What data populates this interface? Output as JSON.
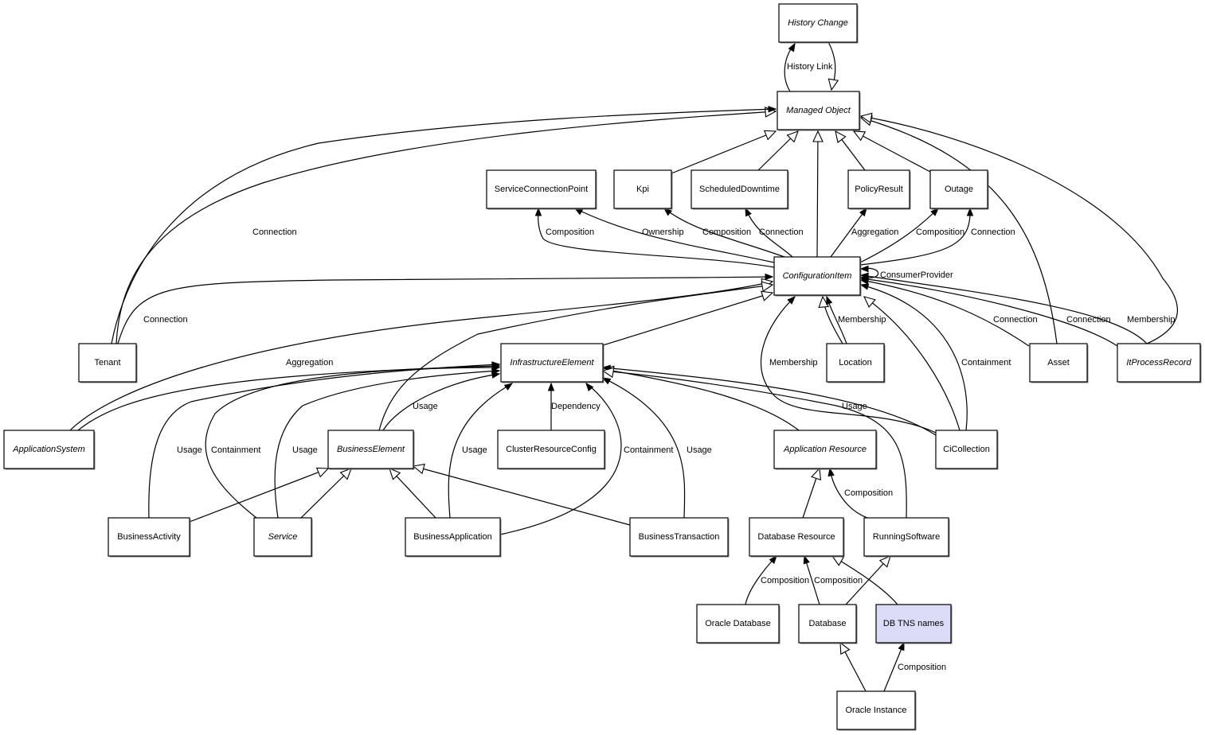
{
  "diagram": {
    "title": "Managed Object class model",
    "nodes": [
      {
        "id": "history_change",
        "label": "History Change",
        "italic": true
      },
      {
        "id": "managed_object",
        "label": "Managed Object",
        "italic": true
      },
      {
        "id": "service_connection_point",
        "label": "ServiceConnectionPoint",
        "italic": false
      },
      {
        "id": "kpi",
        "label": "Kpi",
        "italic": false
      },
      {
        "id": "scheduled_downtime",
        "label": "ScheduledDowntime",
        "italic": false
      },
      {
        "id": "policy_result",
        "label": "PolicyResult",
        "italic": false
      },
      {
        "id": "outage",
        "label": "Outage",
        "italic": false
      },
      {
        "id": "configuration_item",
        "label": "ConfigurationItem",
        "italic": true
      },
      {
        "id": "tenant",
        "label": "Tenant",
        "italic": false
      },
      {
        "id": "infrastructure_element",
        "label": "InfrastructureElement",
        "italic": true
      },
      {
        "id": "location",
        "label": "Location",
        "italic": false
      },
      {
        "id": "asset",
        "label": "Asset",
        "italic": false
      },
      {
        "id": "it_process_record",
        "label": "ItProcessRecord",
        "italic": true
      },
      {
        "id": "application_system",
        "label": "ApplicationSystem",
        "italic": true
      },
      {
        "id": "business_element",
        "label": "BusinessElement",
        "italic": true
      },
      {
        "id": "cluster_resource_config",
        "label": "ClusterResourceConfig",
        "italic": false
      },
      {
        "id": "application_resource",
        "label": "Application Resource",
        "italic": true
      },
      {
        "id": "ci_collection",
        "label": "CiCollection",
        "italic": false
      },
      {
        "id": "business_activity",
        "label": "BusinessActivity",
        "italic": false
      },
      {
        "id": "service",
        "label": "Service",
        "italic": true
      },
      {
        "id": "business_application",
        "label": "BusinessApplication",
        "italic": false
      },
      {
        "id": "business_transaction",
        "label": "BusinessTransaction",
        "italic": false
      },
      {
        "id": "database_resource",
        "label": "Database Resource",
        "italic": false
      },
      {
        "id": "running_software",
        "label": "RunningSoftware",
        "italic": false
      },
      {
        "id": "oracle_database",
        "label": "Oracle Database",
        "italic": false
      },
      {
        "id": "database",
        "label": "Database",
        "italic": false
      },
      {
        "id": "db_tns_names",
        "label": "DB TNS names",
        "italic": false,
        "highlighted": true,
        "fill": "#dcdcf8"
      },
      {
        "id": "oracle_instance",
        "label": "Oracle Instance",
        "italic": false
      }
    ],
    "edges": [
      {
        "from": "managed_object",
        "to": "history_change",
        "type": "association",
        "label": "History Link"
      },
      {
        "from": "history_change",
        "to": "managed_object",
        "type": "inheritance",
        "label": ""
      },
      {
        "from": "tenant",
        "to": "managed_object",
        "type": "inheritance",
        "label": ""
      },
      {
        "from": "tenant",
        "to": "managed_object",
        "type": "association",
        "label": "Connection"
      },
      {
        "from": "kpi",
        "to": "managed_object",
        "type": "inheritance",
        "label": ""
      },
      {
        "from": "scheduled_downtime",
        "to": "managed_object",
        "type": "inheritance",
        "label": ""
      },
      {
        "from": "configuration_item",
        "to": "managed_object",
        "type": "inheritance",
        "label": ""
      },
      {
        "from": "policy_result",
        "to": "managed_object",
        "type": "inheritance",
        "label": ""
      },
      {
        "from": "outage",
        "to": "managed_object",
        "type": "inheritance",
        "label": ""
      },
      {
        "from": "asset",
        "to": "managed_object",
        "type": "inheritance",
        "label": ""
      },
      {
        "from": "it_process_record",
        "to": "managed_object",
        "type": "inheritance",
        "label": ""
      },
      {
        "from": "configuration_item",
        "to": "service_connection_point",
        "type": "association",
        "label": "Composition"
      },
      {
        "from": "configuration_item",
        "to": "service_connection_point",
        "type": "association",
        "label": "Ownership"
      },
      {
        "from": "configuration_item",
        "to": "kpi",
        "type": "association",
        "label": "Composition"
      },
      {
        "from": "configuration_item",
        "to": "scheduled_downtime",
        "type": "association",
        "label": "Connection"
      },
      {
        "from": "configuration_item",
        "to": "policy_result",
        "type": "association",
        "label": "Aggregation"
      },
      {
        "from": "configuration_item",
        "to": "outage",
        "type": "association",
        "label": "Composition"
      },
      {
        "from": "configuration_item",
        "to": "outage",
        "type": "association",
        "label": "Connection"
      },
      {
        "from": "configuration_item",
        "to": "configuration_item",
        "type": "association",
        "label": "ConsumerProvider"
      },
      {
        "from": "tenant",
        "to": "configuration_item",
        "type": "association",
        "label": "Connection"
      },
      {
        "from": "application_system",
        "to": "configuration_item",
        "type": "inheritance",
        "label": ""
      },
      {
        "from": "business_element",
        "to": "configuration_item",
        "type": "inheritance",
        "label": ""
      },
      {
        "from": "infrastructure_element",
        "to": "configuration_item",
        "type": "inheritance",
        "label": ""
      },
      {
        "from": "ci_collection",
        "to": "configuration_item",
        "type": "association",
        "label": "Membership"
      },
      {
        "from": "location",
        "to": "configuration_item",
        "type": "inheritance",
        "label": ""
      },
      {
        "from": "location",
        "to": "configuration_item",
        "type": "association",
        "label": "Membership"
      },
      {
        "from": "ci_collection",
        "to": "configuration_item",
        "type": "inheritance",
        "label": ""
      },
      {
        "from": "ci_collection",
        "to": "configuration_item",
        "type": "association",
        "label": "Containment"
      },
      {
        "from": "asset",
        "to": "configuration_item",
        "type": "association",
        "label": "Connection"
      },
      {
        "from": "it_process_record",
        "to": "configuration_item",
        "type": "association",
        "label": "Connection"
      },
      {
        "from": "it_process_record",
        "to": "configuration_item",
        "type": "association",
        "label": "Membership"
      },
      {
        "from": "application_system",
        "to": "infrastructure_element",
        "type": "association",
        "label": "Aggregation"
      },
      {
        "from": "business_activity",
        "to": "infrastructure_element",
        "type": "association",
        "label": "Usage"
      },
      {
        "from": "service",
        "to": "infrastructure_element",
        "type": "association",
        "label": "Containment"
      },
      {
        "from": "service",
        "to": "infrastructure_element",
        "type": "association",
        "label": "Usage"
      },
      {
        "from": "business_element",
        "to": "infrastructure_element",
        "type": "association",
        "label": "Usage"
      },
      {
        "from": "business_application",
        "to": "infrastructure_element",
        "type": "association",
        "label": "Usage"
      },
      {
        "from": "cluster_resource_config",
        "to": "infrastructure_element",
        "type": "association",
        "label": "Dependency"
      },
      {
        "from": "business_application",
        "to": "infrastructure_element",
        "type": "association",
        "label": "Containment"
      },
      {
        "from": "business_transaction",
        "to": "infrastructure_element",
        "type": "association",
        "label": "Usage"
      },
      {
        "from": "application_resource",
        "to": "infrastructure_element",
        "type": "inheritance",
        "label": ""
      },
      {
        "from": "ci_collection",
        "to": "infrastructure_element",
        "type": "association",
        "label": "Usage"
      },
      {
        "from": "running_software",
        "to": "infrastructure_element",
        "type": "inheritance",
        "label": ""
      },
      {
        "from": "business_activity",
        "to": "business_element",
        "type": "inheritance",
        "label": ""
      },
      {
        "from": "service",
        "to": "business_element",
        "type": "inheritance",
        "label": ""
      },
      {
        "from": "business_application",
        "to": "business_element",
        "type": "inheritance",
        "label": ""
      },
      {
        "from": "business_transaction",
        "to": "business_element",
        "type": "inheritance",
        "label": ""
      },
      {
        "from": "database_resource",
        "to": "application_resource",
        "type": "inheritance",
        "label": ""
      },
      {
        "from": "running_software",
        "to": "application_resource",
        "type": "association",
        "label": "Composition"
      },
      {
        "from": "oracle_database",
        "to": "database_resource",
        "type": "association",
        "label": "Composition"
      },
      {
        "from": "database",
        "to": "database_resource",
        "type": "association",
        "label": "Composition"
      },
      {
        "from": "db_tns_names",
        "to": "database_resource",
        "type": "inheritance",
        "label": ""
      },
      {
        "from": "database",
        "to": "running_software",
        "type": "inheritance",
        "label": ""
      },
      {
        "from": "oracle_instance",
        "to": "database",
        "type": "inheritance",
        "label": ""
      },
      {
        "from": "oracle_instance",
        "to": "db_tns_names",
        "type": "association",
        "label": "Composition"
      }
    ]
  }
}
